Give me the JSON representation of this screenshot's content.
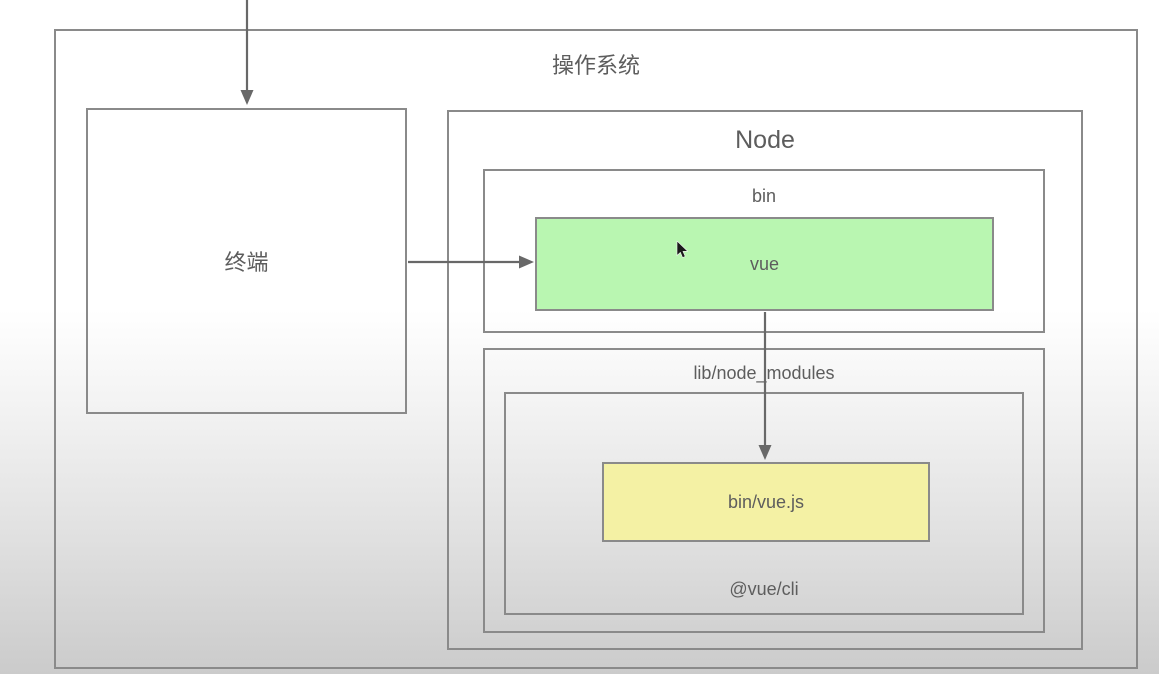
{
  "diagram": {
    "os": {
      "label": "操作系统"
    },
    "terminal": {
      "label": "终端"
    },
    "node": {
      "label": "Node"
    },
    "bin": {
      "label": "bin"
    },
    "vue_executable": {
      "label": "vue"
    },
    "lib": {
      "label": "lib/node_modules"
    },
    "cli_package": {
      "label": "@vue/cli"
    },
    "vue_js_file": {
      "label": "bin/vue.js"
    }
  },
  "icons": {
    "cursor": "arrow-cursor",
    "arrows": [
      "arrow-down-into-terminal",
      "arrow-terminal-to-vue",
      "arrow-vue-to-vuejs"
    ]
  },
  "colors": {
    "border": "#8a8a8a",
    "arrow": "#686868",
    "text": "#5d5d5d",
    "green_fill": "#b9f6b1",
    "yellow_fill": "#f4f1a4"
  }
}
